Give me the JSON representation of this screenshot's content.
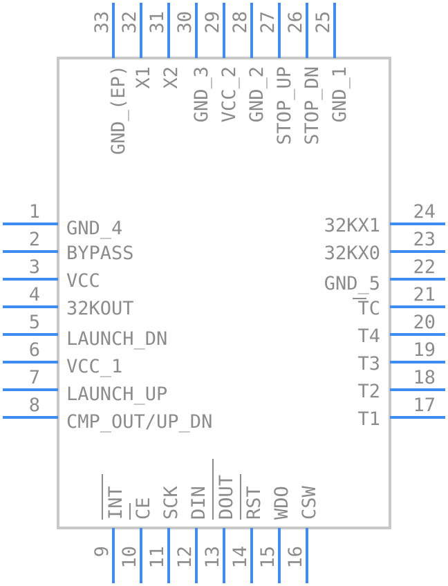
{
  "component": {
    "pins_left": [
      {
        "number": "1",
        "name": "GND_4"
      },
      {
        "number": "2",
        "name": "BYPASS"
      },
      {
        "number": "3",
        "name": "VCC"
      },
      {
        "number": "4",
        "name": "32KOUT"
      },
      {
        "number": "5",
        "name": "LAUNCH_DN"
      },
      {
        "number": "6",
        "name": "VCC_1"
      },
      {
        "number": "7",
        "name": "LAUNCH_UP"
      },
      {
        "number": "8",
        "name": "CMP_OUT/UP_DN"
      }
    ],
    "pins_bottom": [
      {
        "number": "9",
        "name": "INT"
      },
      {
        "number": "10",
        "name": "CE"
      },
      {
        "number": "11",
        "name": "SCK"
      },
      {
        "number": "12",
        "name": "DIN"
      },
      {
        "number": "13",
        "name": "DOUT"
      },
      {
        "number": "14",
        "name": "RST"
      },
      {
        "number": "15",
        "name": "WDO"
      },
      {
        "number": "16",
        "name": "CSW"
      }
    ],
    "pins_right": [
      {
        "number": "17",
        "name": "T1"
      },
      {
        "number": "18",
        "name": "T2"
      },
      {
        "number": "19",
        "name": "T3"
      },
      {
        "number": "20",
        "name": "T4"
      },
      {
        "number": "21",
        "name": "TC"
      },
      {
        "number": "22",
        "name": "GND_5"
      },
      {
        "number": "23",
        "name": "32KX0"
      },
      {
        "number": "24",
        "name": "32KX1"
      }
    ],
    "pins_top": [
      {
        "number": "25",
        "name": "GND_1"
      },
      {
        "number": "26",
        "name": "STOP_DN"
      },
      {
        "number": "27",
        "name": "STOP_UP"
      },
      {
        "number": "28",
        "name": "GND_2"
      },
      {
        "number": "29",
        "name": "VCC_2"
      },
      {
        "number": "30",
        "name": "GND_3"
      },
      {
        "number": "31",
        "name": "X2"
      },
      {
        "number": "32",
        "name": "X1"
      },
      {
        "number": "33",
        "name": "GND_(EP)"
      }
    ],
    "colors": {
      "pin": "#3d8cf0",
      "body": "#c8c8c8",
      "text": "#8c8c8c"
    }
  }
}
